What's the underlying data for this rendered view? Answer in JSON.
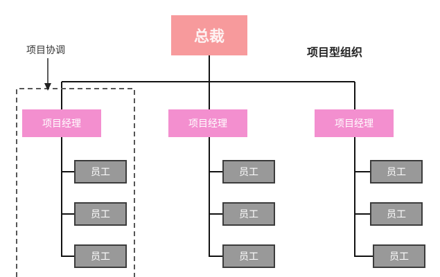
{
  "org_chart": {
    "title": "项目型组织",
    "ceo": {
      "label": "总裁"
    },
    "coordination_label": "项目协调",
    "managers": [
      {
        "label": "项目经理",
        "employees": [
          "员工",
          "员工",
          "员工"
        ]
      },
      {
        "label": "项目经理",
        "employees": [
          "员工",
          "员工",
          "员工"
        ]
      },
      {
        "label": "项目经理",
        "employees": [
          "员工",
          "员工",
          "员工"
        ]
      }
    ]
  },
  "colors": {
    "ceo_fill": "#f79a9c",
    "manager_fill": "#f38fcf",
    "employee_fill": "#999999",
    "employee_border": "#3b3b3b",
    "line": "#111111"
  }
}
